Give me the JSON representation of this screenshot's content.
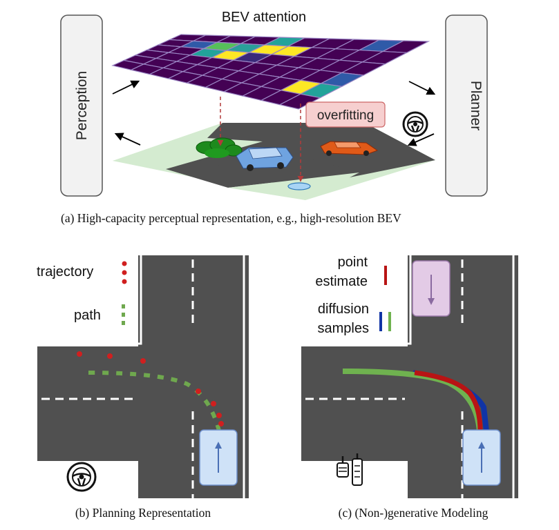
{
  "panel_a": {
    "title": "BEV attention",
    "left_module": "Perception",
    "right_module": "Planner",
    "badge": "overfitting",
    "caption": "(a) High-capacity perceptual representation, e.g., high-resolution BEV",
    "grid_rows": 6,
    "grid_cols": 10,
    "highlight_cells": [
      {
        "r": 0,
        "c": 4,
        "color": "#22a39a"
      },
      {
        "r": 0,
        "c": 8,
        "color": "#2f5aa8"
      },
      {
        "r": 1,
        "c": 2,
        "color": "#56c05a"
      },
      {
        "r": 1,
        "c": 3,
        "color": "#2a9f9a"
      },
      {
        "r": 1,
        "c": 4,
        "color": "#fde725"
      },
      {
        "r": 1,
        "c": 5,
        "color": "#fde725"
      },
      {
        "r": 1,
        "c": 1,
        "color": "#2f5aa8"
      },
      {
        "r": 2,
        "c": 3,
        "color": "#fde725"
      },
      {
        "r": 2,
        "c": 2,
        "color": "#22a39a"
      },
      {
        "r": 2,
        "c": 4,
        "color": "#3a2a7a"
      },
      {
        "r": 4,
        "c": 8,
        "color": "#fde725"
      },
      {
        "r": 4,
        "c": 9,
        "color": "#22a39a"
      },
      {
        "r": 3,
        "c": 9,
        "color": "#2f5aa8"
      }
    ]
  },
  "panel_b": {
    "legend_trajectory": "trajectory",
    "legend_path": "path",
    "caption": "(b) Planning Representation"
  },
  "panel_c": {
    "legend_point_line1": "point",
    "legend_point_line2": "estimate",
    "legend_diffusion_line1": "diffusion",
    "legend_diffusion_line2": "samples",
    "caption": "(c) (Non-)generative Modeling"
  },
  "colors": {
    "grid_base": "#440154",
    "grid_line": "#9a86c4",
    "road": "#505050",
    "grass": "#d4ebd0",
    "trajectory": "#d01f1f",
    "path": "#6fa84e",
    "point_estimate": "#b81414",
    "diffusion_blue": "#1034a6",
    "diffusion_green": "#6fb24f",
    "ego_box": "#cfe2f7",
    "ego_border": "#6b8cc8",
    "other_box": "#e3cbe6",
    "badge_bg": "#f6cfcf",
    "module_fill": "#f2f2f2"
  },
  "icons": [
    "steering-wheel-icon",
    "pedals-icon",
    "arrow-up-icon",
    "arrow-down-icon",
    "tree-icon",
    "blue-car-icon",
    "red-car-icon"
  ]
}
